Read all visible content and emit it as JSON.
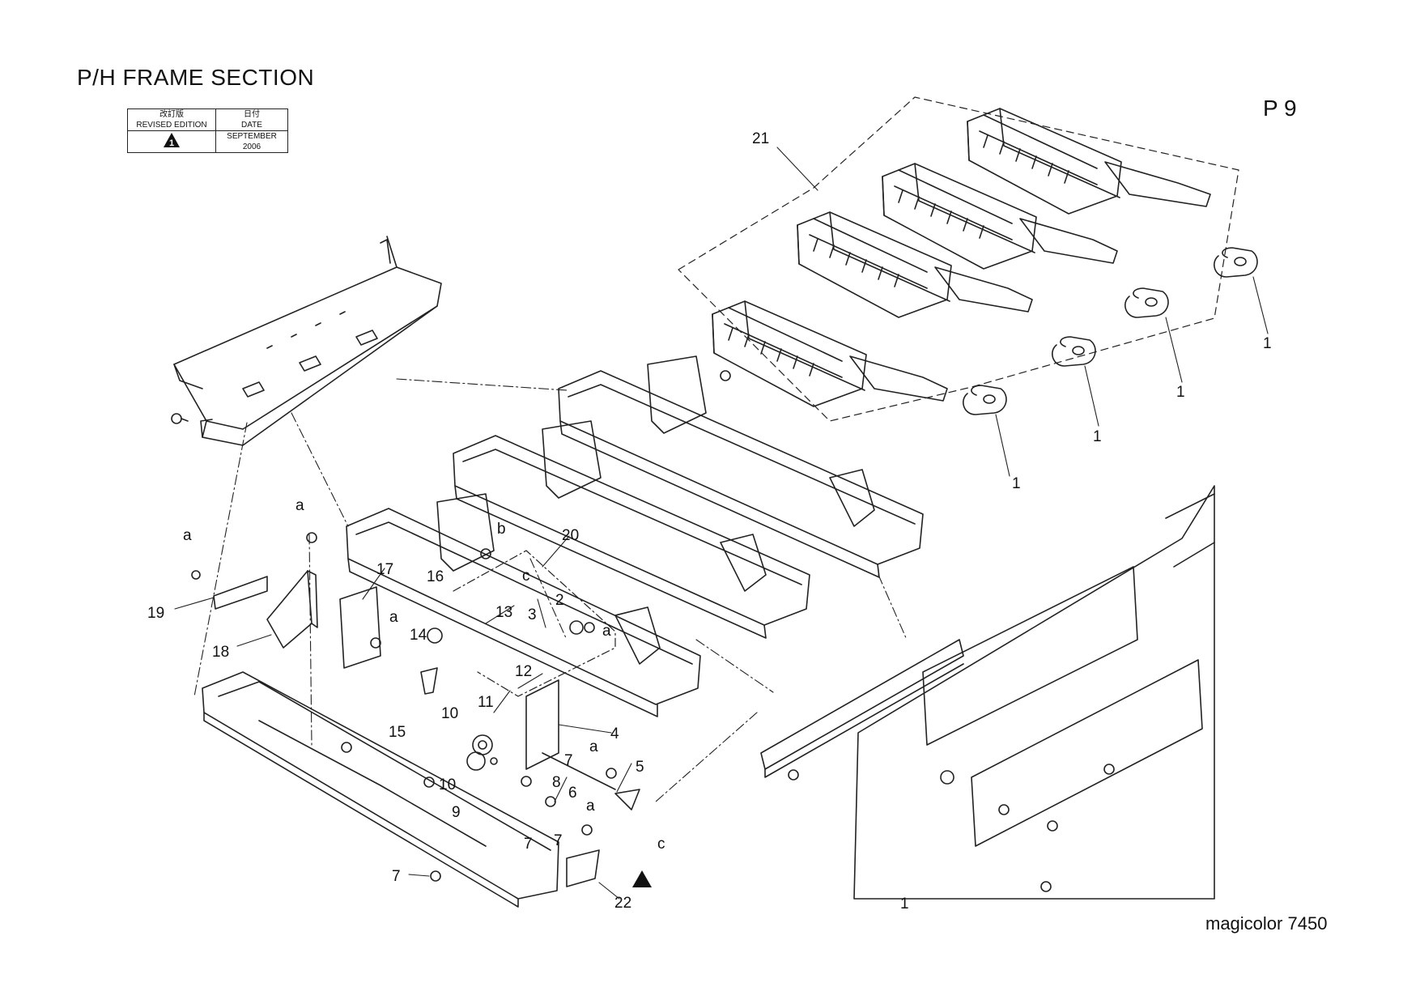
{
  "header": {
    "title": "P/H FRAME SECTION",
    "page_number": "P 9",
    "model": "magicolor 7450"
  },
  "revision_table": {
    "col1_jp": "改訂版",
    "col1_en": "REVISED EDITION",
    "col2_jp": "日付",
    "col2_en": "DATE",
    "date_line1": "SEPTEMBER",
    "date_line2": "2006",
    "revision_mark": "1"
  },
  "callouts": [
    "21",
    "1",
    "1",
    "1",
    "1",
    "a",
    "b",
    "20",
    "a",
    "19",
    "17",
    "16",
    "c",
    "13",
    "2",
    "3",
    "a",
    "14",
    "12",
    "18",
    "a",
    "11",
    "10",
    "15",
    "4",
    "7",
    "a",
    "5",
    "10",
    "8",
    "9",
    "6",
    "a",
    "c",
    "7",
    "7",
    "7",
    "22",
    "1"
  ]
}
